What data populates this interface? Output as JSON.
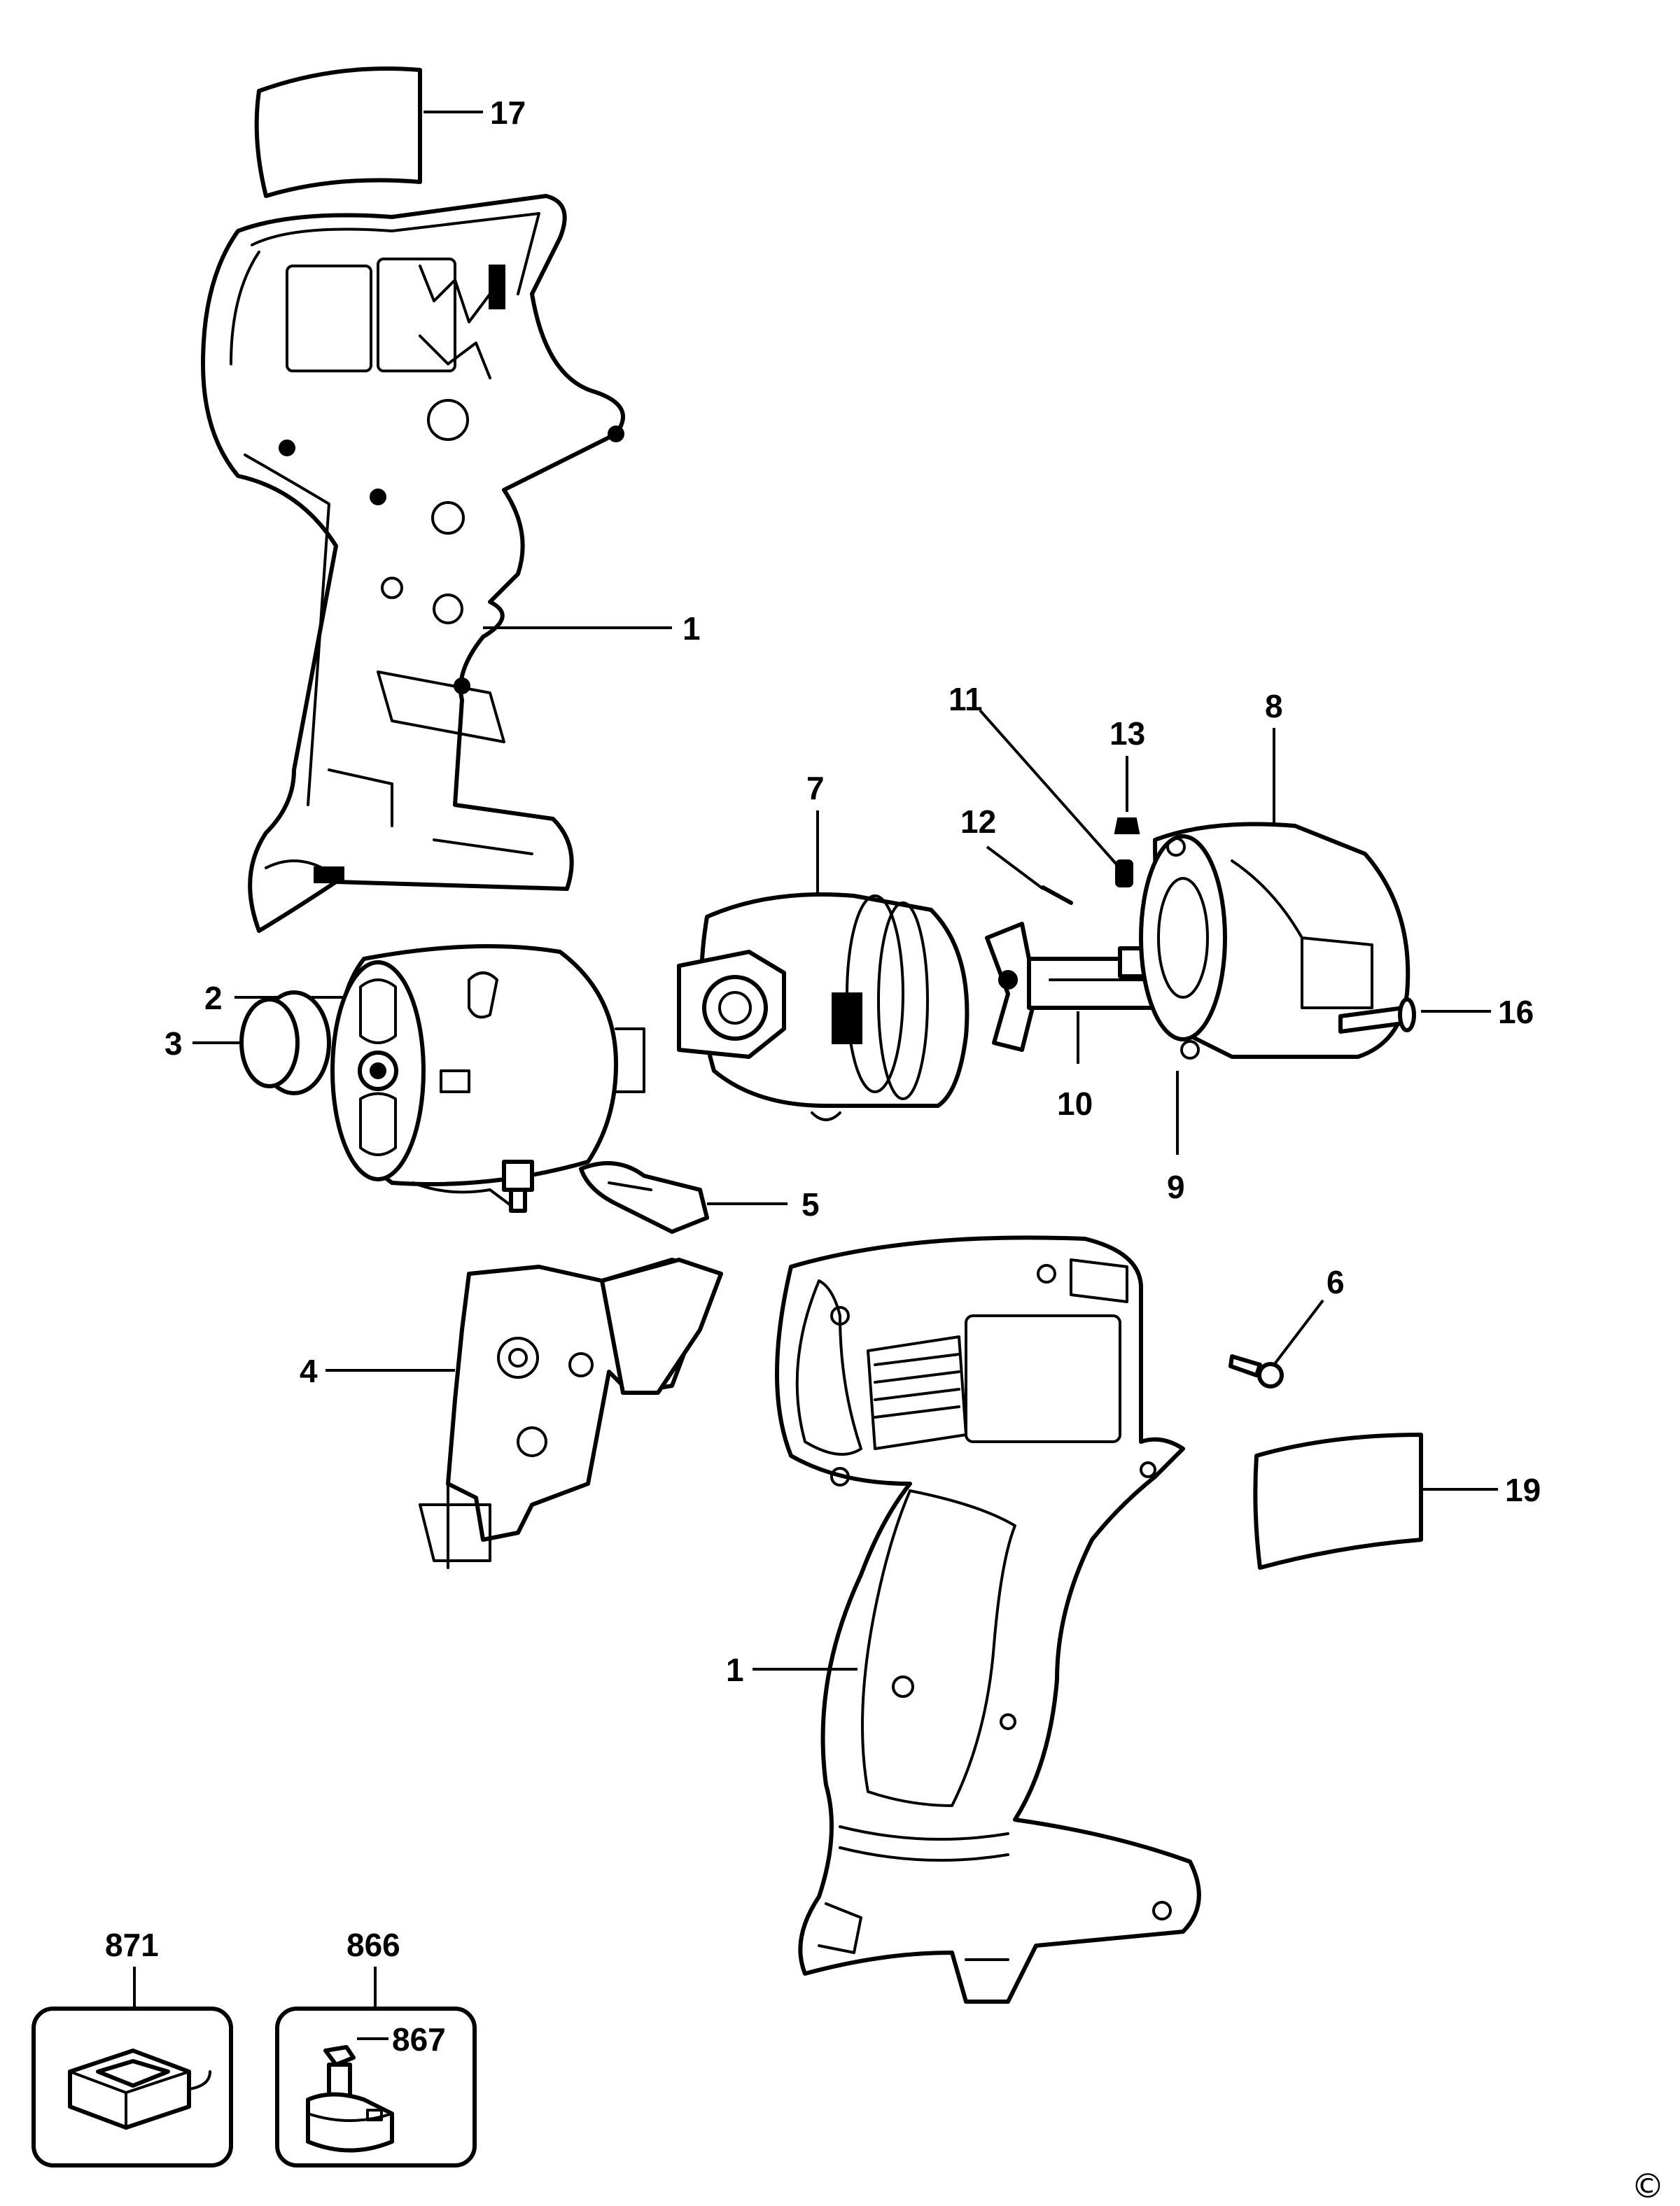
{
  "callouts": {
    "c17": "17",
    "c1_upper": "1",
    "c11": "11",
    "c13": "13",
    "c8": "8",
    "c12": "12",
    "c7": "7",
    "c2": "2",
    "c16": "16",
    "c3": "3",
    "c10": "10",
    "c9": "9",
    "c5": "5",
    "c6": "6",
    "c4": "4",
    "c19": "19",
    "c1_lower": "1",
    "c871": "871",
    "c866": "866",
    "c867": "867"
  },
  "copyright_symbol": "©"
}
